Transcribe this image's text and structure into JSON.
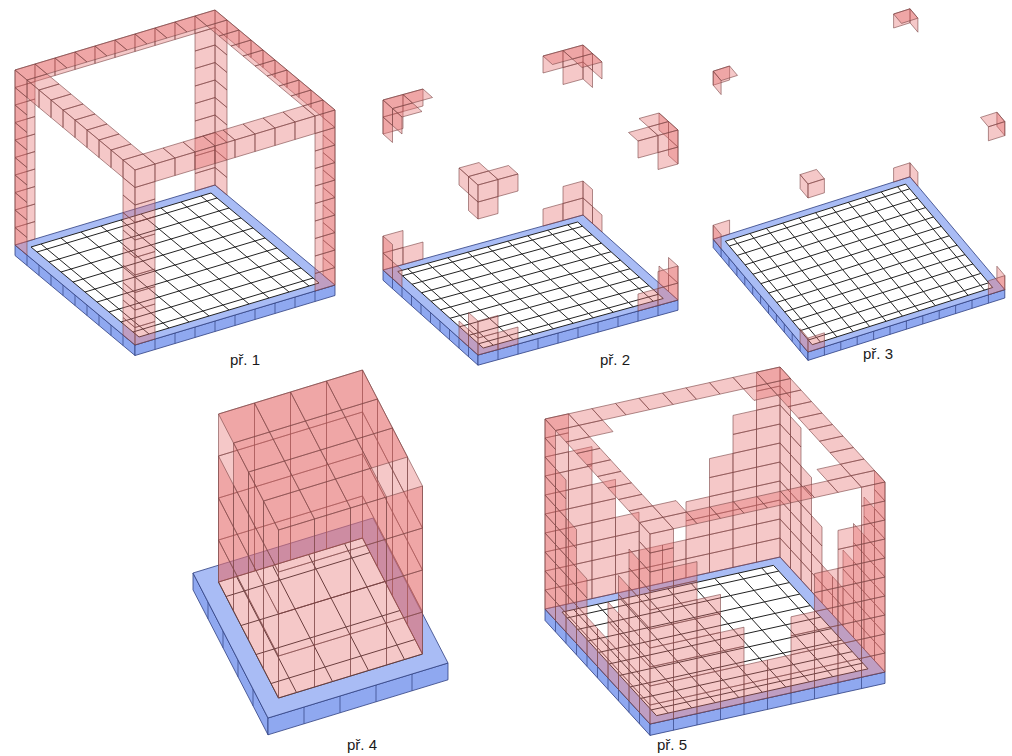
{
  "diagram": {
    "labels": [
      "př. 1",
      "př. 2",
      "př. 3",
      "př. 4",
      "př. 5"
    ]
  }
}
